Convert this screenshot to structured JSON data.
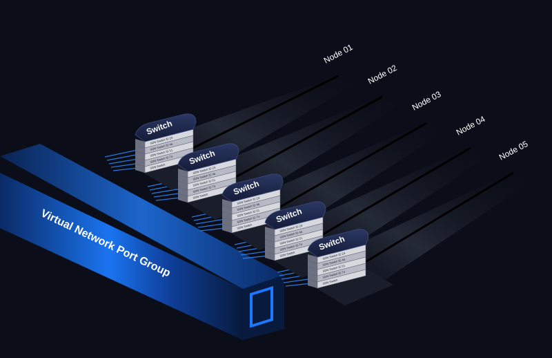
{
  "port_group": {
    "label": "Virtual Network Port Group"
  },
  "nodes": [
    {
      "label": "Node 01"
    },
    {
      "label": "Node 02"
    },
    {
      "label": "Node 03"
    },
    {
      "label": "Node 04"
    },
    {
      "label": "Node 05"
    }
  ],
  "switches": [
    {
      "label": "Switch",
      "stack": [
        "SDN Switch ID 23",
        "SDN Switch ID 46",
        "SDN Switch ID 51",
        "SDN Switch ID 74",
        "SDN Switch"
      ]
    },
    {
      "label": "Switch",
      "stack": [
        "SDN Switch ID 23",
        "SDN Switch ID 46",
        "SDN Switch ID 51",
        "SDN Switch ID 74",
        "SDN Switch"
      ]
    },
    {
      "label": "Switch",
      "stack": [
        "SDN Switch ID 23",
        "SDN Switch ID 46",
        "SDN Switch ID 51",
        "SDN Switch ID 74",
        "SDN Switch"
      ]
    },
    {
      "label": "Switch",
      "stack": [
        "SDN Switch ID 23",
        "SDN Switch ID 46",
        "SDN Switch ID 51",
        "SDN Switch ID 74",
        "SDN Switch"
      ]
    },
    {
      "label": "Switch",
      "stack": [
        "SDN Switch ID 23",
        "SDN Switch ID 46",
        "SDN Switch ID 51",
        "SDN Switch ID 74",
        "SDN Switch"
      ]
    }
  ],
  "colors": {
    "background": "#0b0e18",
    "accent_blue": "#1e7bff",
    "port_group_dark": "#08234f",
    "switch_cap": "#1c2647",
    "cable": "#2f8bff"
  }
}
